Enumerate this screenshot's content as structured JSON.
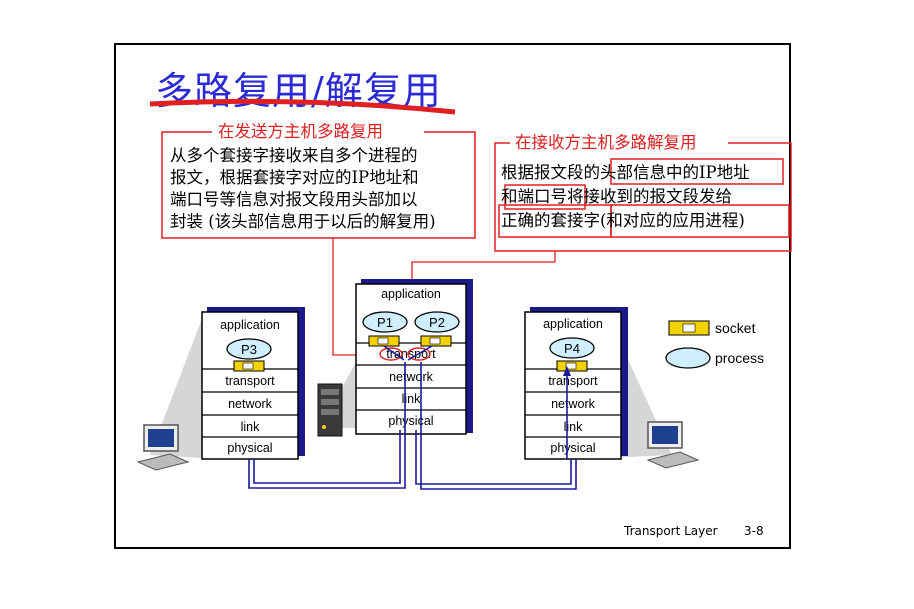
{
  "title": "多路复用/解复用",
  "send_box": {
    "heading": "在发送方主机多路复用",
    "lines": [
      "从多个套接字接收来自多个进程的",
      "报文，根据套接字对应的IP地址和",
      "端口号等信息对报文段用头部加以",
      "封装 (该头部信息用于以后的解复用)"
    ]
  },
  "recv_box": {
    "heading": "在接收方主机多路解复用",
    "lines": [
      "根据报文段的头部信息中的IP地址",
      "和端口号将接收到的报文段发给",
      "正确的套接字(和对应的应用进程)"
    ]
  },
  "hosts": {
    "left": {
      "layers": [
        "application",
        "transport",
        "network",
        "link",
        "physical"
      ],
      "process": "P3"
    },
    "middle": {
      "layers": [
        "application",
        "transport",
        "network",
        "link",
        "physical"
      ],
      "processes": [
        "P1",
        "P2"
      ]
    },
    "right": {
      "layers": [
        "application",
        "transport",
        "network",
        "link",
        "physical"
      ],
      "process": "P4"
    }
  },
  "legend": {
    "socket": "socket",
    "process": "process"
  },
  "footer": {
    "course": "Transport Layer",
    "page": "3-8"
  },
  "colors": {
    "title": "#2b2bd6",
    "callout": "#e02020",
    "host_shadow": "#1a1a8c",
    "process_fill": "#cfefff",
    "socket_fill": "#f2d200",
    "link_line": "#1a1aa0"
  }
}
